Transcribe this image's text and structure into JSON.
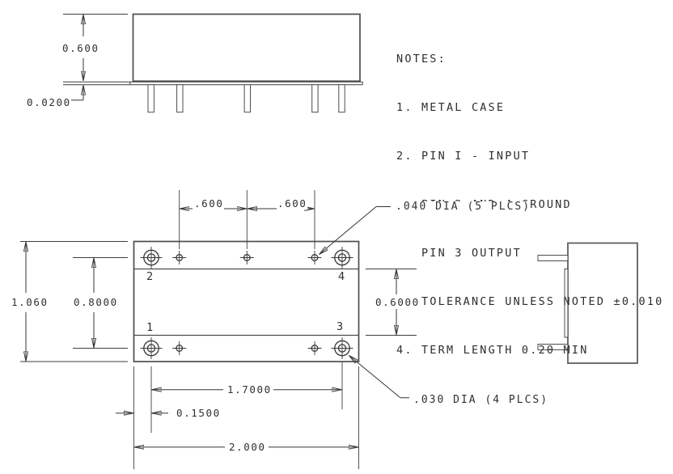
{
  "page": {
    "background": "#ffffff",
    "line_color": "#3c3c3c"
  },
  "notes": {
    "title": "NOTES:",
    "lines": [
      "1. METAL CASE",
      "2. PIN I - INPUT",
      "   PIN 2 AND 4 GROUND",
      "   PIN 3 OUTPUT",
      "3. TOLERANCE UNLESS NOTED ±0.010",
      "4. TERM LENGTH 0.20 MIN"
    ]
  },
  "front_view": {
    "case_height_dim": "0.600",
    "standoff_height_dim": "0.0200"
  },
  "plan_view": {
    "pin_pitch_dim_left": ".600",
    "pin_pitch_dim_right": ".600",
    "small_hole_callout": ".040 DIA (5 PLCS)",
    "large_hole_callout": ".030 DIA (4 PLCS)",
    "body_height_dim": "1.060",
    "row_spacing_dim": "0.8000",
    "inner_width_dim": "0.6000",
    "pin_span_dim": "1.7000",
    "pin_offset_dim": "0.1500",
    "body_width_dim": "2.000",
    "pins": {
      "p1": "1",
      "p2": "2",
      "p3": "3",
      "p4": "4"
    }
  }
}
